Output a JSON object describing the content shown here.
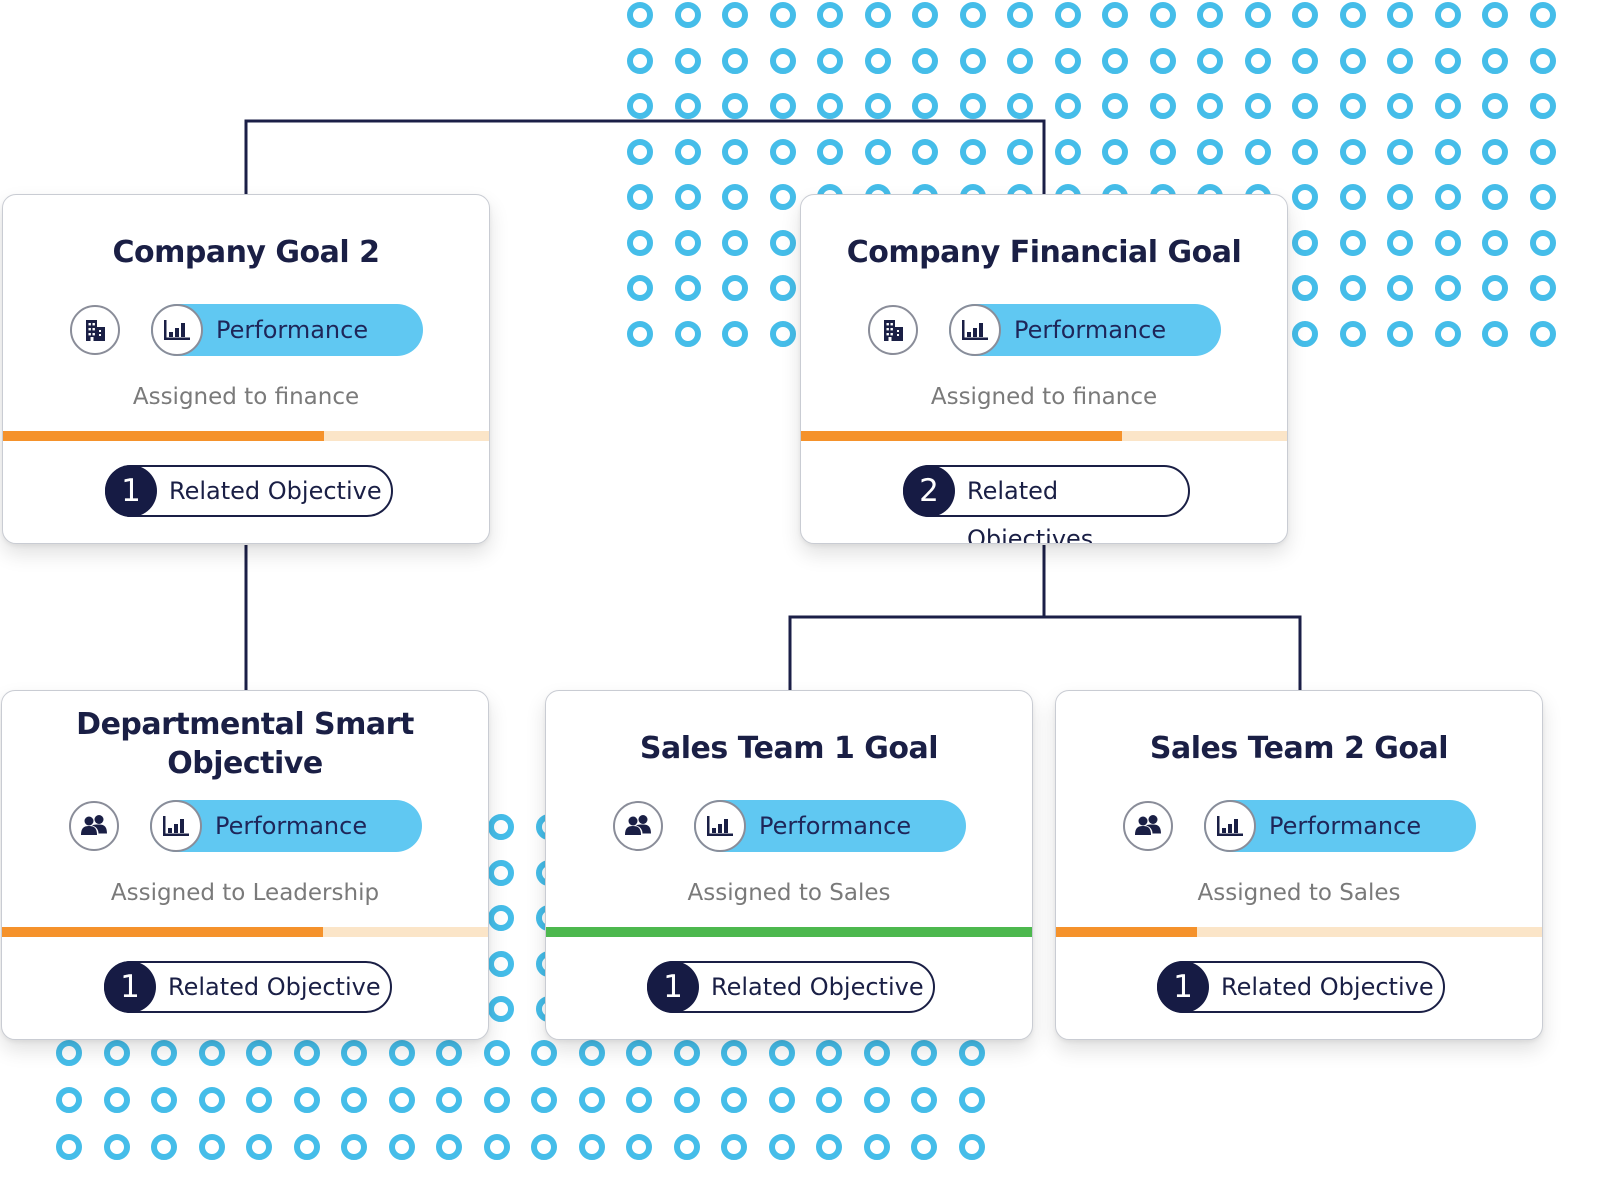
{
  "colors": {
    "connector": "#1b1f47",
    "dots": "#45bde9",
    "performance_pill": "#60c8f2",
    "progress_orange": "#f5922b",
    "progress_green": "#4db84e",
    "progress_track": "#fbe5c8",
    "count_badge": "#161b44"
  },
  "cards": [
    {
      "title": "Company Goal 2",
      "type_icon": "building-icon",
      "pill": {
        "icon": "bar-chart-icon",
        "label": "Performance"
      },
      "assigned": "Assigned to finance",
      "progress": 0.66,
      "progress_color": "orange",
      "related": {
        "count": "1",
        "label": "Related Objective"
      }
    },
    {
      "title": "Company Financial Goal",
      "type_icon": "building-icon",
      "pill": {
        "icon": "bar-chart-icon",
        "label": "Performance"
      },
      "assigned": "Assigned to finance",
      "progress": 0.66,
      "progress_color": "orange",
      "related": {
        "count": "2",
        "label": "Related Objectives"
      }
    },
    {
      "title": "Departmental Smart Objective",
      "type_icon": "people-icon",
      "pill": {
        "icon": "bar-chart-icon",
        "label": "Performance"
      },
      "assigned": "Assigned to Leadership",
      "progress": 0.66,
      "progress_color": "orange",
      "related": {
        "count": "1",
        "label": "Related Objective"
      }
    },
    {
      "title": "Sales Team 1 Goal",
      "type_icon": "people-icon",
      "pill": {
        "icon": "bar-chart-icon",
        "label": "Performance"
      },
      "assigned": "Assigned to Sales",
      "progress": 1.0,
      "progress_color": "green",
      "related": {
        "count": "1",
        "label": "Related Objective"
      }
    },
    {
      "title": "Sales Team 2 Goal",
      "type_icon": "people-icon",
      "pill": {
        "icon": "bar-chart-icon",
        "label": "Performance"
      },
      "assigned": "Assigned to Sales",
      "progress": 0.29,
      "progress_color": "orange",
      "related": {
        "count": "1",
        "label": "Related Objective"
      }
    }
  ]
}
